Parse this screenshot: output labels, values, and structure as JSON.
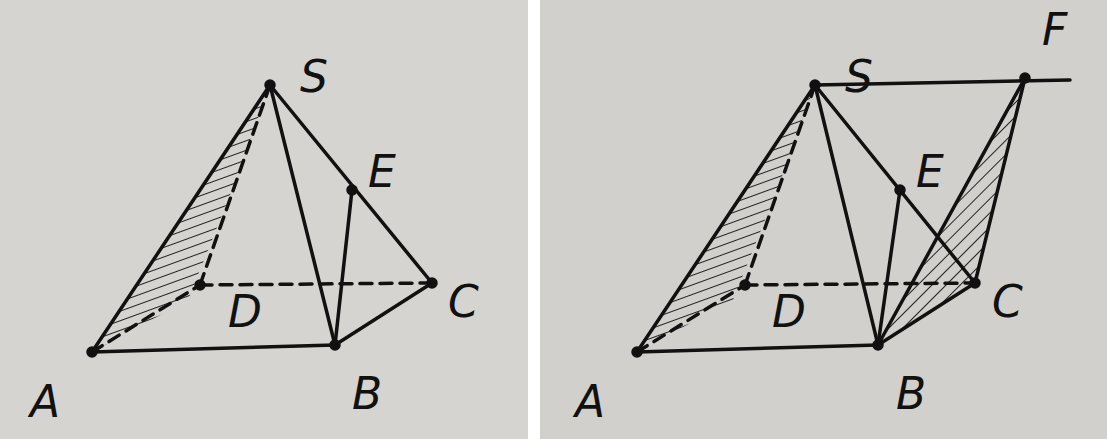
{
  "diagram": {
    "labels": [
      "S",
      "E",
      "D",
      "C",
      "A",
      "B",
      "S",
      "F",
      "E",
      "D",
      "C",
      "A",
      "B"
    ]
  }
}
